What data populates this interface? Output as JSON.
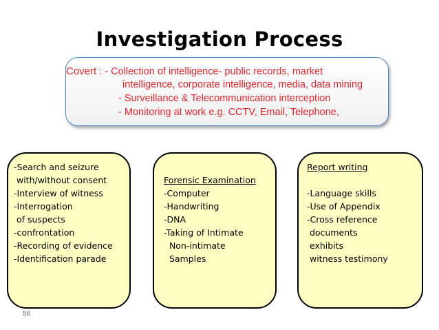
{
  "title": "Investigation Process",
  "covert": {
    "label": "Covert",
    "sep": ":",
    "line1_prefix": "- Collection of",
    "line1_rest": "intelligence- public records, market",
    "line2": "intelligence, corporate intelligence, media, data mining",
    "line3": "- Surveillance & Telecommunication interception",
    "line4": "- Monitoring at work e.g. CCTV, Email, Telephone,"
  },
  "box1": {
    "lines": [
      "-Search and seizure",
      " with/without consent",
      "-Interview of witness",
      "-Interrogation",
      " of suspects",
      "-confrontation",
      "-Recording of evidence",
      "-Identification parade"
    ]
  },
  "box2": {
    "heading": "Forensic Examination",
    "lines": [
      "-Computer",
      "-Handwriting",
      "-DNA",
      "-Taking of Intimate",
      "  Non-intimate",
      "  Samples"
    ]
  },
  "box3": {
    "heading": "Report writing",
    "lines": [
      "-Language skills",
      "-Use of Appendix",
      "-Cross reference",
      " documents",
      " exhibits",
      " witness testimony"
    ]
  },
  "slide_number": "56",
  "colors": {
    "covert_text": "#e3242b",
    "covert_border": "#4a86c5",
    "box_fill": "#ffffc4"
  }
}
